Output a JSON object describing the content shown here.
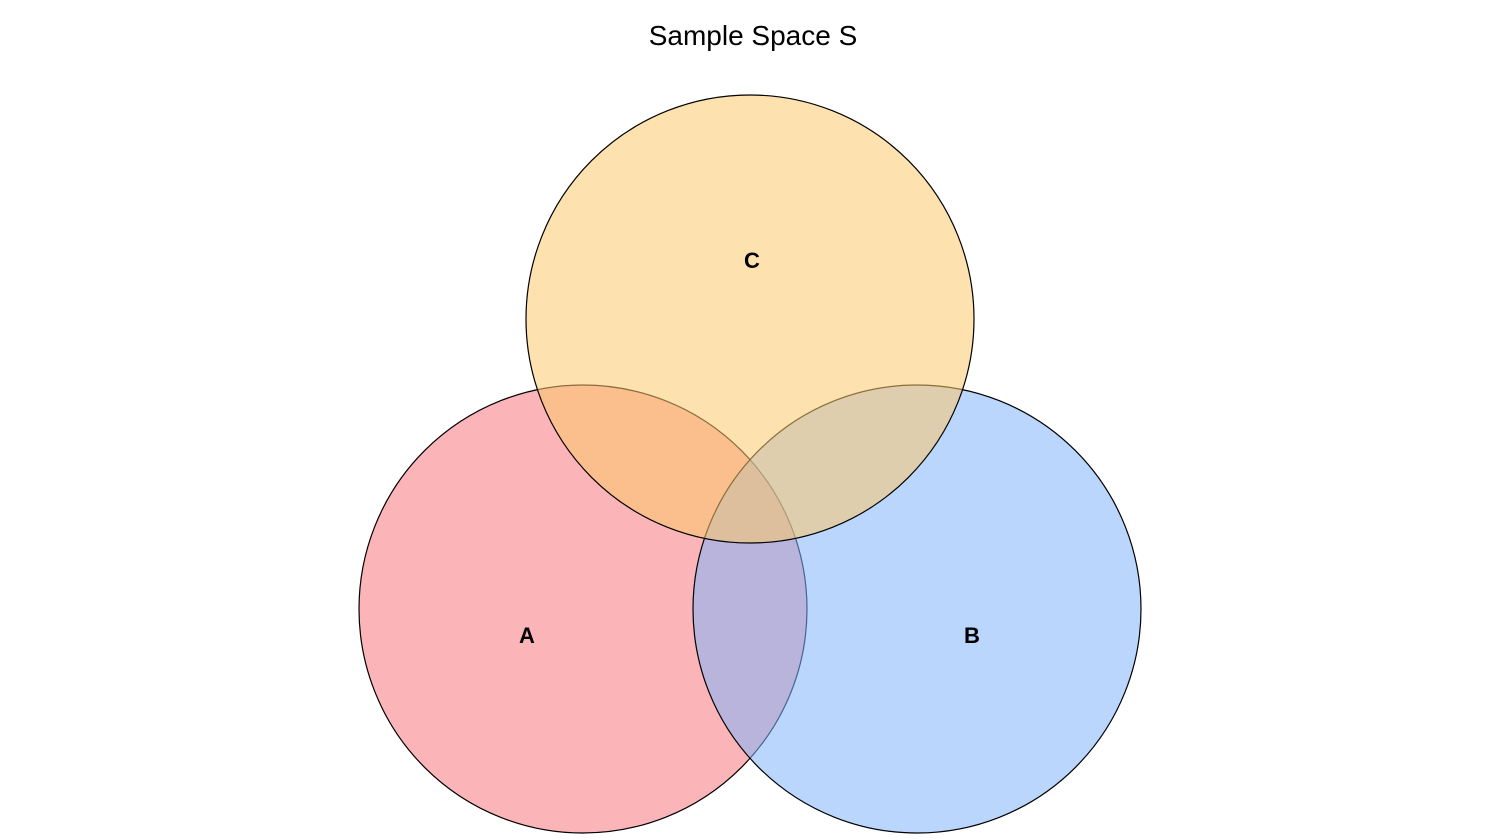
{
  "title": "Sample Space S",
  "sets": [
    {
      "label": "A",
      "color": "#f8777b"
    },
    {
      "label": "B",
      "color": "#84b5fb"
    },
    {
      "label": "C",
      "color": "#fbc86c"
    }
  ]
}
